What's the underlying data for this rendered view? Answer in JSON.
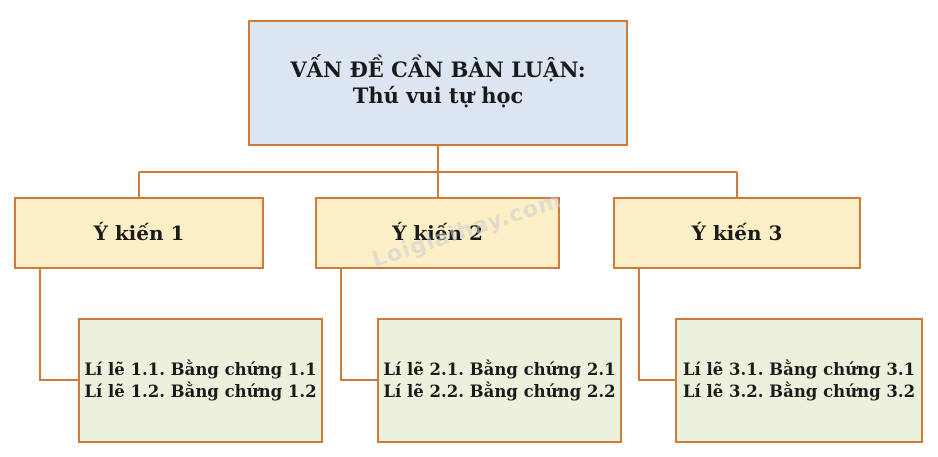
{
  "root": {
    "title": "VẤN ĐỀ CẦN BÀN LUẬN:",
    "subtitle": "Thú vui tự học"
  },
  "opinions": [
    {
      "label": "Ý kiến 1",
      "reasons": [
        "Lí lẽ 1.1. Bằng chứng 1.1",
        "Lí lẽ 1.2. Bằng chứng 1.2"
      ]
    },
    {
      "label": "Ý kiến 2",
      "reasons": [
        "Lí lẽ 2.1. Bằng chứng 2.1",
        "Lí lẽ 2.2. Bằng chứng 2.2"
      ]
    },
    {
      "label": "Ý kiến 3",
      "reasons": [
        "Lí lẽ 3.1. Bằng chứng 3.1",
        "Lí lẽ 3.2. Bằng chứng 3.2"
      ]
    }
  ],
  "watermark": "Loigiaihay.com",
  "colors": {
    "border": "#d07a3a",
    "root_fill": "#dce6f2",
    "opinion_fill": "#fcefc5",
    "reason_fill": "#ebf1dd"
  }
}
